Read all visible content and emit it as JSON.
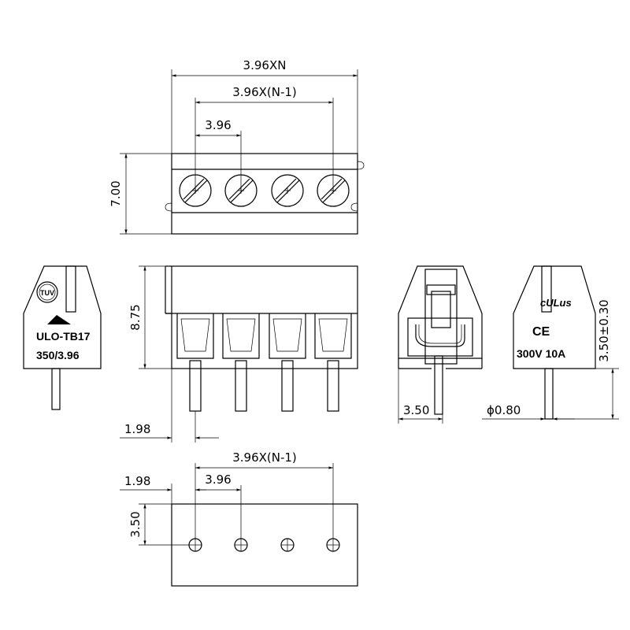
{
  "dims": {
    "top_total": "3.96XN",
    "top_span": "3.96X(N-1)",
    "top_pitch": "3.96",
    "top_height": "7.00",
    "front_height": "8.75",
    "front_offset": "1.98",
    "side_width": "3.50",
    "pin_dia": "ϕ0.80",
    "pin_len": "3.50±0.30",
    "bottom_span": "3.96X(N-1)",
    "bottom_offset": "1.98",
    "bottom_pitch": "3.96",
    "bottom_height": "3.50"
  },
  "left_label": {
    "tuv": "TUV",
    "model": "ULO-TB17",
    "spec": "350/3.96"
  },
  "right_label": {
    "ul": "cULus",
    "ce": "CE",
    "rating": "300V 10A"
  }
}
